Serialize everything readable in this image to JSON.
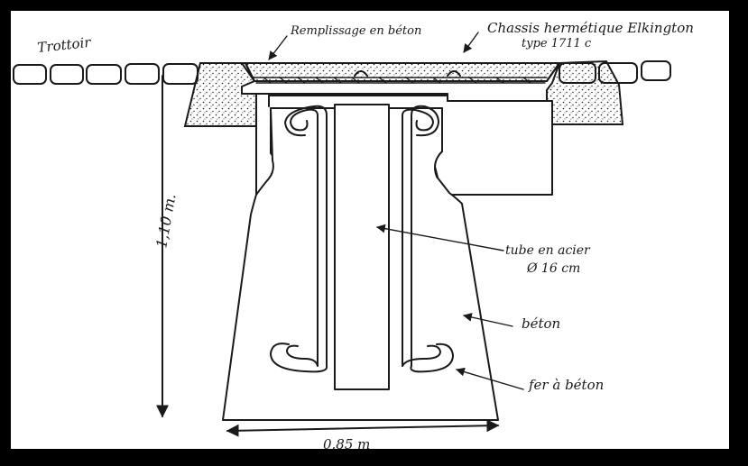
{
  "labels": {
    "trottoir": "Trottoir",
    "remplissage": "Remplissage en béton",
    "chassis_line1": "Chassis hermétique Elkington",
    "chassis_line2": "type 1711 c",
    "height": "1,10 m.",
    "tube_line1": "tube en acier",
    "tube_line2": "Ø 16 cm",
    "beton": "béton",
    "fer": "fer à béton",
    "width": "0.85 m"
  },
  "colors": {
    "background": "#000000",
    "paper": "#ffffff",
    "ink": "#1a1a1a"
  }
}
